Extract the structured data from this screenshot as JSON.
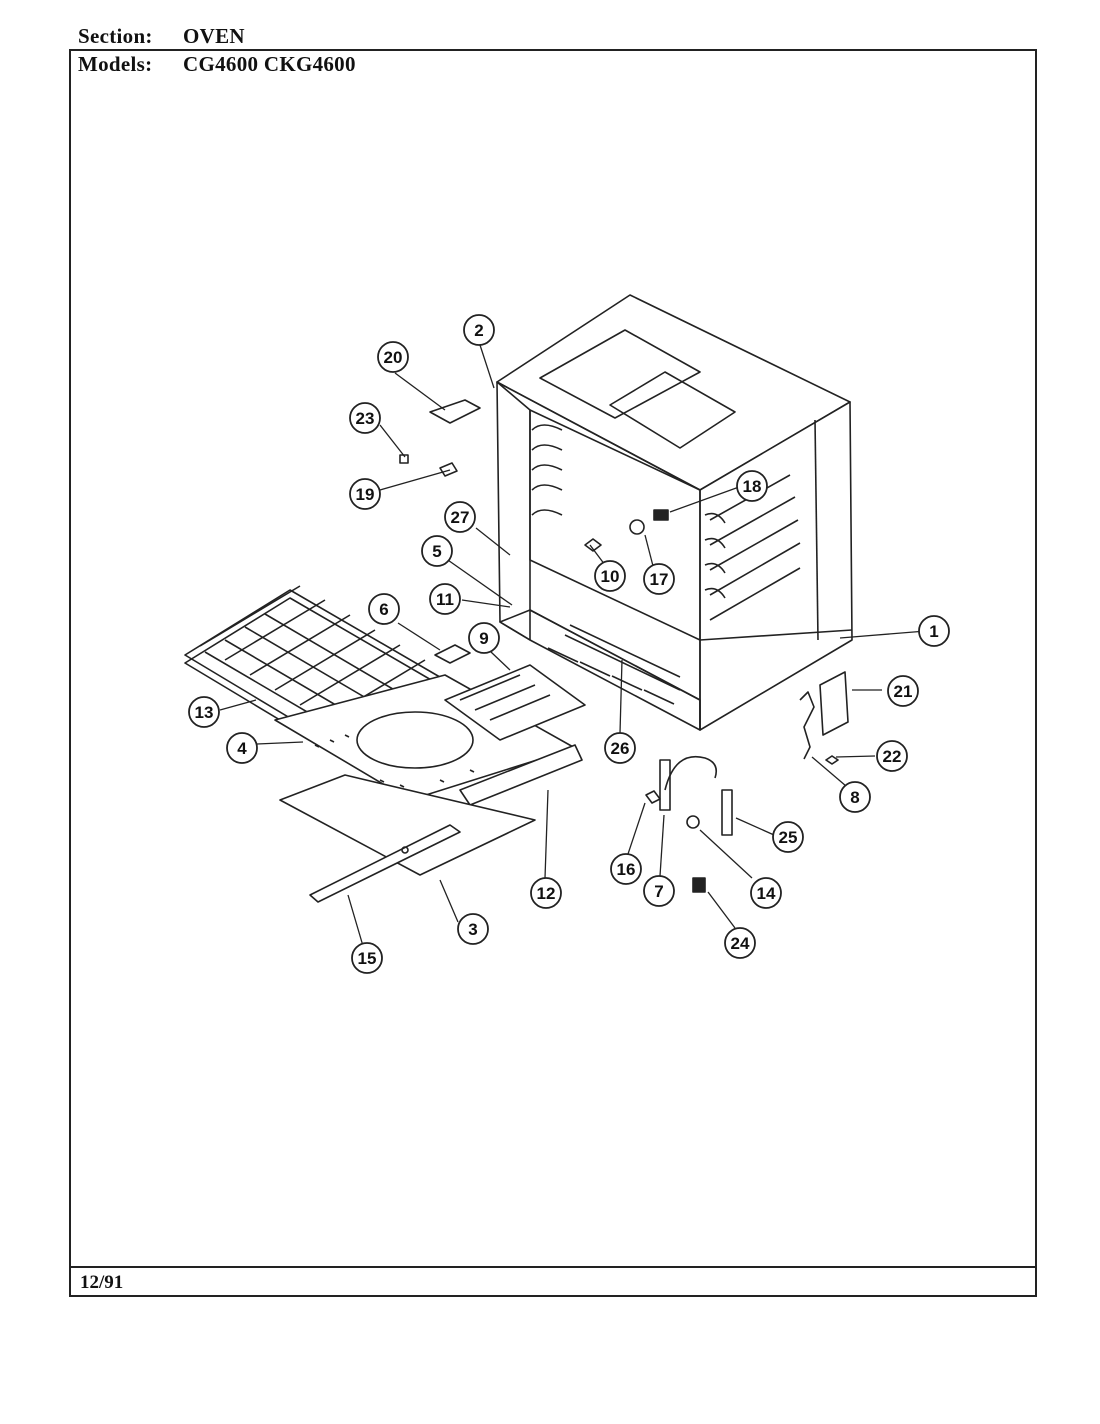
{
  "header": {
    "section_label": "Section:",
    "section_value": "OVEN",
    "models_label": "Models:",
    "models_value": "CG4600  CKG4600"
  },
  "footer": {
    "date": "12/91"
  },
  "callouts": [
    "1",
    "2",
    "3",
    "4",
    "5",
    "6",
    "7",
    "8",
    "9",
    "10",
    "11",
    "12",
    "13",
    "14",
    "15",
    "16",
    "17",
    "18",
    "19",
    "20",
    "21",
    "22",
    "23",
    "24",
    "25",
    "26",
    "27"
  ]
}
